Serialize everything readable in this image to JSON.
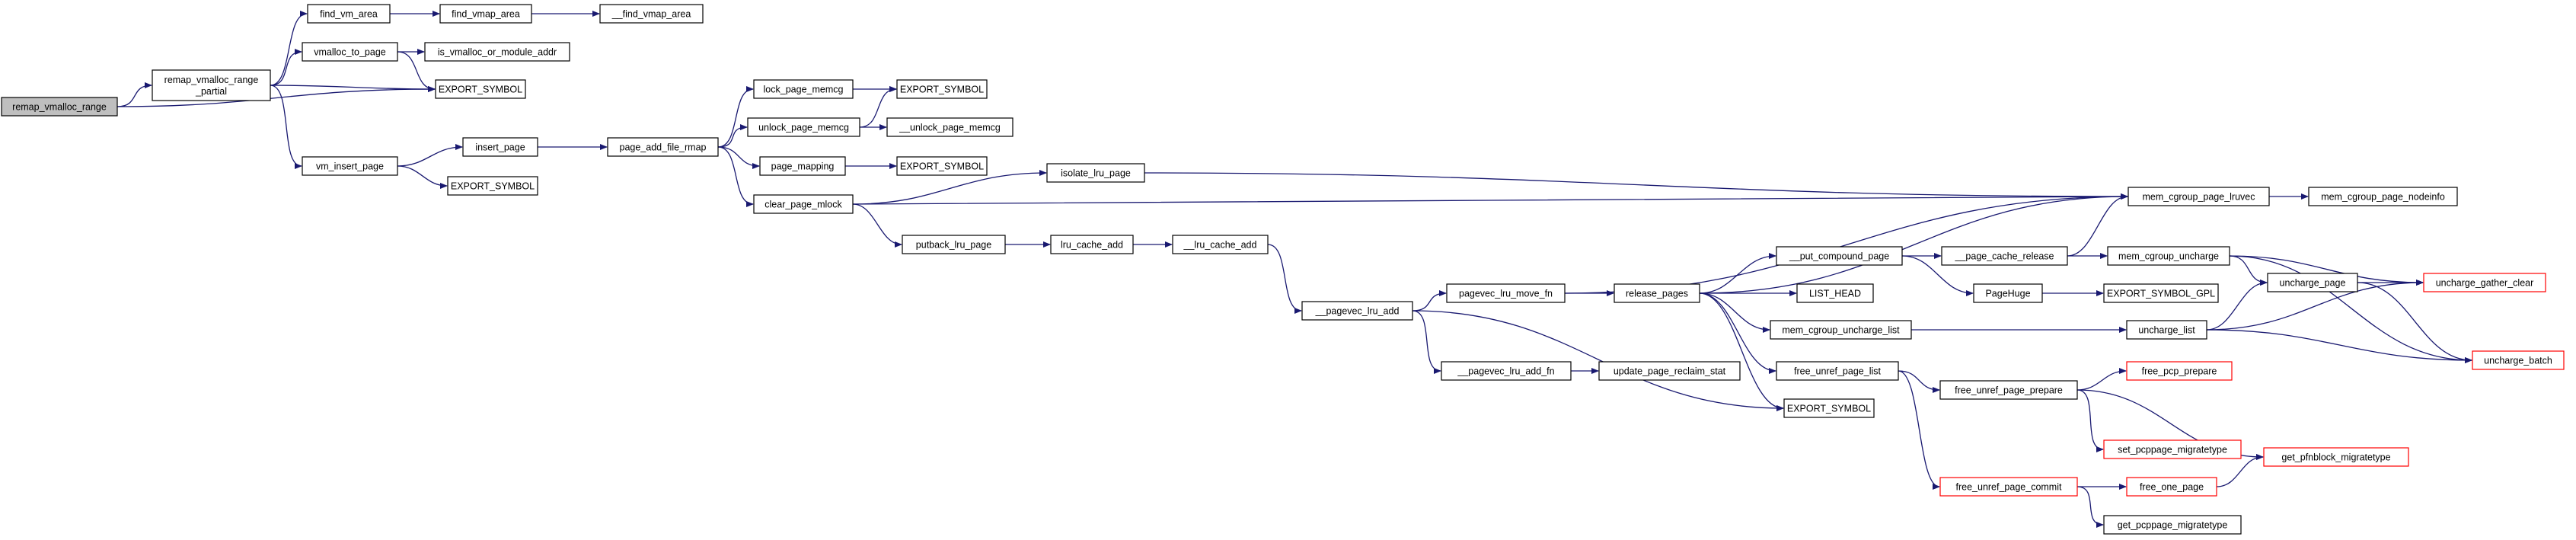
{
  "graph": {
    "edge_color": "#191970",
    "root_fill": "#bfbfbf",
    "truncated_border_color": "#ff0000",
    "nodes": [
      {
        "id": "remap_vmalloc_range",
        "lines": [
          "remap_vmalloc_range"
        ],
        "root": true
      },
      {
        "id": "remap_vmalloc_range_partial",
        "lines": [
          "remap_vmalloc_range",
          "_partial"
        ]
      },
      {
        "id": "find_vm_area",
        "lines": [
          "find_vm_area"
        ]
      },
      {
        "id": "vmalloc_to_page",
        "lines": [
          "vmalloc_to_page"
        ]
      },
      {
        "id": "export_symbol_1",
        "lines": [
          "EXPORT_SYMBOL"
        ]
      },
      {
        "id": "vm_insert_page",
        "lines": [
          "vm_insert_page"
        ]
      },
      {
        "id": "find_vmap_area",
        "lines": [
          "find_vmap_area"
        ]
      },
      {
        "id": "__find_vmap_area",
        "lines": [
          "__find_vmap_area"
        ]
      },
      {
        "id": "is_vmalloc_or_module_addr",
        "lines": [
          "is_vmalloc_or_module_addr"
        ]
      },
      {
        "id": "insert_page",
        "lines": [
          "insert_page"
        ]
      },
      {
        "id": "export_symbol_2",
        "lines": [
          "EXPORT_SYMBOL"
        ]
      },
      {
        "id": "page_add_file_rmap",
        "lines": [
          "page_add_file_rmap"
        ]
      },
      {
        "id": "lock_page_memcg",
        "lines": [
          "lock_page_memcg"
        ]
      },
      {
        "id": "unlock_page_memcg",
        "lines": [
          "unlock_page_memcg"
        ]
      },
      {
        "id": "page_mapping",
        "lines": [
          "page_mapping"
        ]
      },
      {
        "id": "clear_page_mlock",
        "lines": [
          "clear_page_mlock"
        ]
      },
      {
        "id": "export_symbol_3",
        "lines": [
          "EXPORT_SYMBOL"
        ]
      },
      {
        "id": "__unlock_page_memcg",
        "lines": [
          "__unlock_page_memcg"
        ]
      },
      {
        "id": "export_symbol_4",
        "lines": [
          "EXPORT_SYMBOL"
        ]
      },
      {
        "id": "isolate_lru_page",
        "lines": [
          "isolate_lru_page"
        ]
      },
      {
        "id": "putback_lru_page",
        "lines": [
          "putback_lru_page"
        ]
      },
      {
        "id": "lru_cache_add",
        "lines": [
          "lru_cache_add"
        ]
      },
      {
        "id": "__lru_cache_add",
        "lines": [
          "__lru_cache_add"
        ]
      },
      {
        "id": "__pagevec_lru_add",
        "lines": [
          "__pagevec_lru_add"
        ]
      },
      {
        "id": "pagevec_lru_move_fn",
        "lines": [
          "pagevec_lru_move_fn"
        ]
      },
      {
        "id": "__pagevec_lru_add_fn",
        "lines": [
          "__pagevec_lru_add_fn"
        ]
      },
      {
        "id": "update_page_reclaim_stat",
        "lines": [
          "update_page_reclaim_stat"
        ]
      },
      {
        "id": "release_pages",
        "lines": [
          "release_pages"
        ]
      },
      {
        "id": "export_symbol_5",
        "lines": [
          "EXPORT_SYMBOL"
        ]
      },
      {
        "id": "mem_cgroup_page_lruvec",
        "lines": [
          "mem_cgroup_page_lruvec"
        ]
      },
      {
        "id": "mem_cgroup_page_nodeinfo",
        "lines": [
          "mem_cgroup_page_nodeinfo"
        ]
      },
      {
        "id": "__put_compound_page",
        "lines": [
          "__put_compound_page"
        ]
      },
      {
        "id": "list_head",
        "lines": [
          "LIST_HEAD"
        ]
      },
      {
        "id": "mem_cgroup_uncharge_list",
        "lines": [
          "mem_cgroup_uncharge_list"
        ]
      },
      {
        "id": "free_unref_page_list",
        "lines": [
          "free_unref_page_list"
        ]
      },
      {
        "id": "__page_cache_release",
        "lines": [
          "__page_cache_release"
        ]
      },
      {
        "id": "pagehuge",
        "lines": [
          "PageHuge"
        ]
      },
      {
        "id": "mem_cgroup_uncharge",
        "lines": [
          "mem_cgroup_uncharge"
        ]
      },
      {
        "id": "export_symbol_gpl",
        "lines": [
          "EXPORT_SYMBOL_GPL"
        ]
      },
      {
        "id": "uncharge_list",
        "lines": [
          "uncharge_list"
        ]
      },
      {
        "id": "uncharge_page",
        "lines": [
          "uncharge_page"
        ]
      },
      {
        "id": "uncharge_gather_clear",
        "lines": [
          "uncharge_gather_clear"
        ],
        "truncated": true
      },
      {
        "id": "uncharge_batch",
        "lines": [
          "uncharge_batch"
        ],
        "truncated": true
      },
      {
        "id": "free_unref_page_prepare",
        "lines": [
          "free_unref_page_prepare"
        ]
      },
      {
        "id": "free_pcp_prepare",
        "lines": [
          "free_pcp_prepare"
        ],
        "truncated": true
      },
      {
        "id": "set_pcppage_migratetype",
        "lines": [
          "set_pcppage_migratetype"
        ],
        "truncated": true
      },
      {
        "id": "get_pfnblock_migratetype",
        "lines": [
          "get_pfnblock_migratetype"
        ],
        "truncated": true
      },
      {
        "id": "free_unref_page_commit",
        "lines": [
          "free_unref_page_commit"
        ],
        "truncated": true
      },
      {
        "id": "free_one_page",
        "lines": [
          "free_one_page"
        ],
        "truncated": true
      },
      {
        "id": "get_pcppage_migratetype",
        "lines": [
          "get_pcppage_migratetype"
        ]
      }
    ],
    "edges": [
      [
        "remap_vmalloc_range",
        "remap_vmalloc_range_partial"
      ],
      [
        "remap_vmalloc_range",
        "export_symbol_1"
      ],
      [
        "remap_vmalloc_range_partial",
        "find_vm_area"
      ],
      [
        "remap_vmalloc_range_partial",
        "vmalloc_to_page"
      ],
      [
        "remap_vmalloc_range_partial",
        "export_symbol_1"
      ],
      [
        "remap_vmalloc_range_partial",
        "vm_insert_page"
      ],
      [
        "find_vm_area",
        "find_vmap_area"
      ],
      [
        "find_vmap_area",
        "__find_vmap_area"
      ],
      [
        "vmalloc_to_page",
        "is_vmalloc_or_module_addr"
      ],
      [
        "vmalloc_to_page",
        "export_symbol_1"
      ],
      [
        "vm_insert_page",
        "insert_page"
      ],
      [
        "vm_insert_page",
        "export_symbol_2"
      ],
      [
        "insert_page",
        "page_add_file_rmap"
      ],
      [
        "page_add_file_rmap",
        "lock_page_memcg"
      ],
      [
        "page_add_file_rmap",
        "unlock_page_memcg"
      ],
      [
        "page_add_file_rmap",
        "page_mapping"
      ],
      [
        "page_add_file_rmap",
        "clear_page_mlock"
      ],
      [
        "lock_page_memcg",
        "export_symbol_3"
      ],
      [
        "unlock_page_memcg",
        "export_symbol_3"
      ],
      [
        "unlock_page_memcg",
        "__unlock_page_memcg"
      ],
      [
        "page_mapping",
        "export_symbol_4"
      ],
      [
        "clear_page_mlock",
        "isolate_lru_page"
      ],
      [
        "clear_page_mlock",
        "putback_lru_page"
      ],
      [
        "clear_page_mlock",
        "mem_cgroup_page_lruvec"
      ],
      [
        "isolate_lru_page",
        "mem_cgroup_page_lruvec"
      ],
      [
        "putback_lru_page",
        "lru_cache_add"
      ],
      [
        "lru_cache_add",
        "__lru_cache_add"
      ],
      [
        "__lru_cache_add",
        "__pagevec_lru_add"
      ],
      [
        "__pagevec_lru_add",
        "pagevec_lru_move_fn"
      ],
      [
        "__pagevec_lru_add",
        "__pagevec_lru_add_fn"
      ],
      [
        "__pagevec_lru_add",
        "export_symbol_5"
      ],
      [
        "__pagevec_lru_add_fn",
        "update_page_reclaim_stat"
      ],
      [
        "pagevec_lru_move_fn",
        "release_pages"
      ],
      [
        "pagevec_lru_move_fn",
        "mem_cgroup_page_lruvec"
      ],
      [
        "release_pages",
        "mem_cgroup_page_lruvec"
      ],
      [
        "release_pages",
        "__put_compound_page"
      ],
      [
        "release_pages",
        "list_head"
      ],
      [
        "release_pages",
        "mem_cgroup_uncharge_list"
      ],
      [
        "release_pages",
        "free_unref_page_list"
      ],
      [
        "release_pages",
        "export_symbol_5"
      ],
      [
        "mem_cgroup_page_lruvec",
        "mem_cgroup_page_nodeinfo"
      ],
      [
        "__put_compound_page",
        "__page_cache_release"
      ],
      [
        "__put_compound_page",
        "pagehuge"
      ],
      [
        "__page_cache_release",
        "mem_cgroup_page_lruvec"
      ],
      [
        "__page_cache_release",
        "mem_cgroup_uncharge"
      ],
      [
        "pagehuge",
        "export_symbol_gpl"
      ],
      [
        "mem_cgroup_uncharge",
        "uncharge_page"
      ],
      [
        "mem_cgroup_uncharge",
        "uncharge_gather_clear"
      ],
      [
        "mem_cgroup_uncharge",
        "uncharge_batch"
      ],
      [
        "mem_cgroup_uncharge_list",
        "uncharge_list"
      ],
      [
        "uncharge_list",
        "uncharge_page"
      ],
      [
        "uncharge_list",
        "uncharge_gather_clear"
      ],
      [
        "uncharge_list",
        "uncharge_batch"
      ],
      [
        "uncharge_page",
        "uncharge_gather_clear"
      ],
      [
        "uncharge_page",
        "uncharge_batch"
      ],
      [
        "free_unref_page_list",
        "free_unref_page_prepare"
      ],
      [
        "free_unref_page_list",
        "free_unref_page_commit"
      ],
      [
        "free_unref_page_prepare",
        "free_pcp_prepare"
      ],
      [
        "free_unref_page_prepare",
        "set_pcppage_migratetype"
      ],
      [
        "free_unref_page_prepare",
        "get_pfnblock_migratetype"
      ],
      [
        "free_unref_page_commit",
        "free_one_page"
      ],
      [
        "free_unref_page_commit",
        "get_pcppage_migratetype"
      ],
      [
        "free_one_page",
        "get_pfnblock_migratetype"
      ]
    ]
  }
}
